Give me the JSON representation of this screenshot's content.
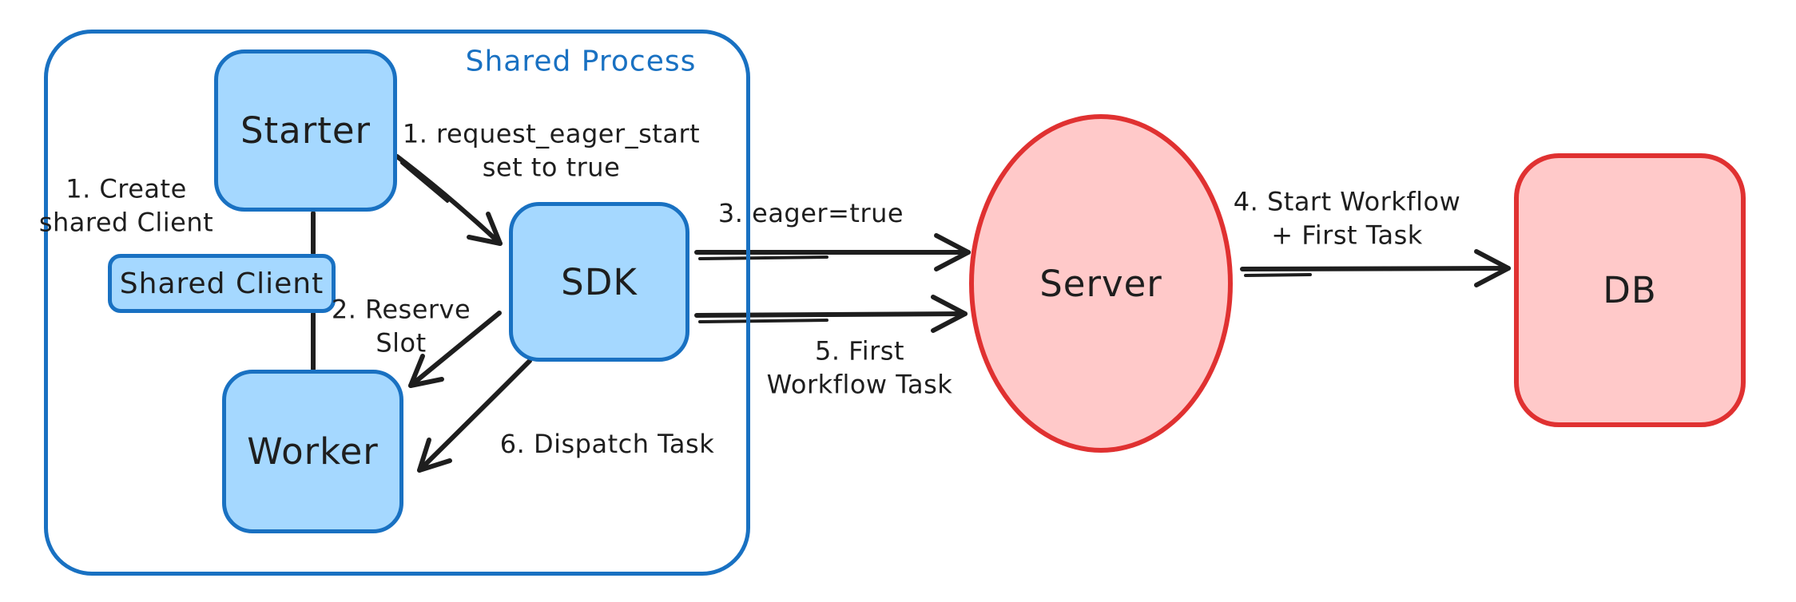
{
  "container": {
    "label": "Shared Process"
  },
  "nodes": {
    "starter": "Starter",
    "shared_client": "Shared Client",
    "worker": "Worker",
    "sdk": "SDK",
    "server": "Server",
    "db": "DB"
  },
  "annotations": {
    "create_client": {
      "l1": "1. Create",
      "l2": "shared Client"
    },
    "eager_start": {
      "l1": "1. request_eager_start",
      "l2": "set to true"
    },
    "reserve_slot": {
      "l1": "2. Reserve",
      "l2": "Slot"
    },
    "eager_true": {
      "l1": "3. eager=true"
    },
    "start_workflow": {
      "l1": "4. Start Workflow",
      "l2": "+ First Task"
    },
    "first_workflow_task": {
      "l1": "5. First",
      "l2": "Workflow Task"
    },
    "dispatch_task": {
      "l1": "6. Dispatch Task"
    }
  },
  "colors": {
    "blue_stroke": "#1971c2",
    "blue_fill": "#a5d8ff",
    "red_stroke": "#e03131",
    "red_fill": "#ffc9c9",
    "ink": "#1e1e1e",
    "canvas": "#ffffff"
  }
}
